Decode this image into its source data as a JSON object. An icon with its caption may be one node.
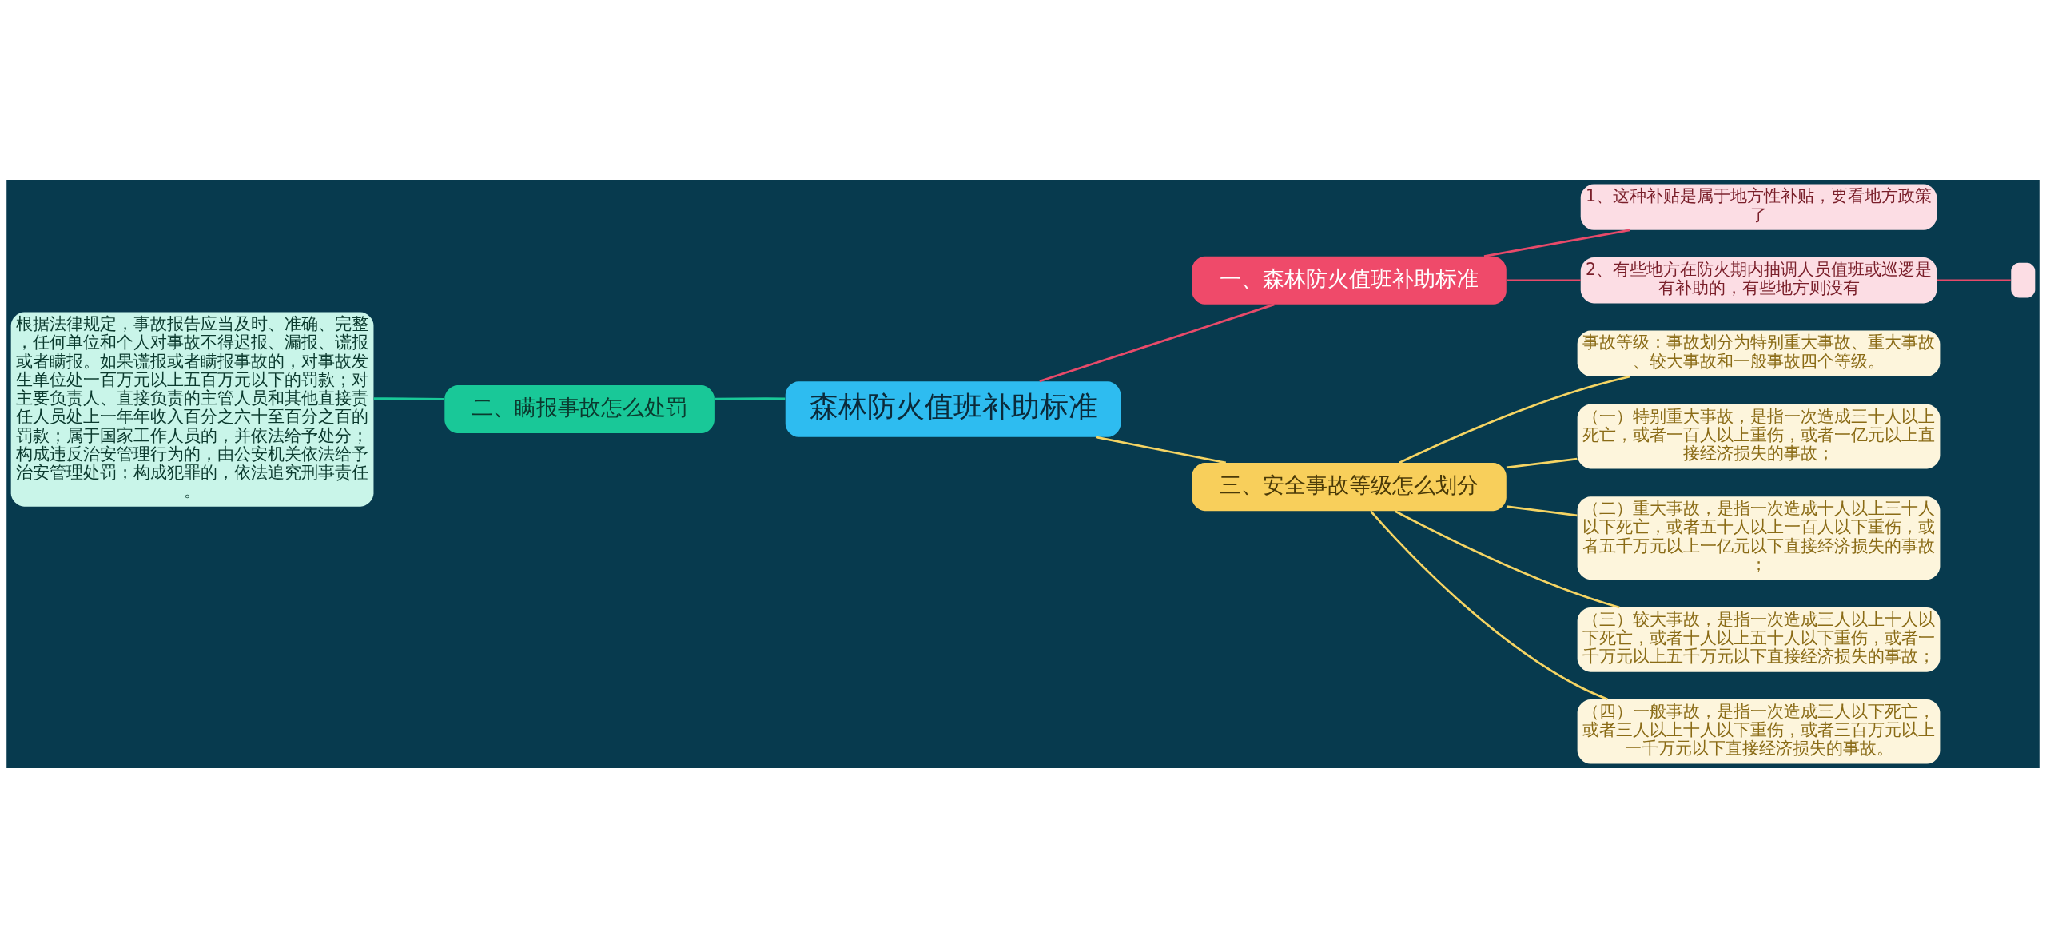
{
  "diagram": {
    "nodes": [
      {
        "text": [
          "森林防火值班补助标准"
        ]
      },
      {
        "text": [
          "一、森林防火值班补助标准"
        ]
      },
      {
        "text": [
          "1、这种补贴是属于地方性补贴，要看地方政策了"
        ]
      },
      {
        "text": [
          "2、有些地方在防火期内抽调人员值班或巡逻是有补助的，有些地方则没有"
        ]
      },
      {
        "text": [],
        "shape": "box"
      },
      {
        "text": [
          "二、瞒报事故怎么处罚"
        ]
      },
      {
        "text": [
          "根据法律规定，事故报告应当及时、准确、完整，任何单位和个人对事故不得迟报、漏报、谎报或者瞒报。如果谎报或者瞒报事故的，对事故发生单位处一百万元以上五百万元以下的罚款；对主要负责人、直接负责的主管人员和其他直接责任人员处上一年年收入百分之六十至百分之百的罚款；属于国家工作人员的，并依法给予处分；构成违反治安管理行为的，由公安机关依法给予治安管理处罚；构成犯罪的，依法追究刑事责任。"
        ]
      },
      {
        "text": [
          "三、安全事故等级怎么划分"
        ]
      },
      {
        "text": [
          "事故等级：事故划分为特别重大事故、重大事故、较大事故和一般事故四个等级。"
        ]
      },
      {
        "text": [
          "（一）特别重大事故，是指一次造成三十人以上死亡，或者一百人以上重伤，或者一亿元以上直接经济损失的事故；"
        ]
      },
      {
        "text": [
          "（二）重大事故，是指一次造成十人以上三十人以下死亡，或者五十人以上一百人以下重伤，或者五千万元以上一亿元以下直接经济损失的事故；"
        ]
      },
      {
        "text": [
          "（三）较大事故，是指一次造成三人以上十人以下死亡，或者十人以上五十人以下重伤，或者一千万元以上五千万元以下直接经济损失的事故；"
        ]
      },
      {
        "text": [
          "（四）一般事故，是指一次造成三人以下死亡，或者三人以上十人以下重伤，或者三百万元以上一千万元以下直接经济损失的事故。"
        ]
      }
    ],
    "edges": [
      {
        "from": 0,
        "to": 1,
        "arrow": "none",
        "color": "#e84a6a"
      },
      {
        "from": 1,
        "to": 2,
        "arrow": "none",
        "color": "#e84a6a"
      },
      {
        "from": 1,
        "to": 3,
        "arrow": "none",
        "color": "#e84a6a"
      },
      {
        "from": 3,
        "to": 4,
        "arrow": "none",
        "color": "#e84a6a"
      },
      {
        "from": 0,
        "to": 5,
        "arrow": "none",
        "color": "#19c898"
      },
      {
        "from": 5,
        "to": 6,
        "arrow": "none",
        "color": "#19c898"
      },
      {
        "from": 0,
        "to": 7,
        "arrow": "none"
      },
      {
        "from": 7,
        "to": 8,
        "arrow": "none"
      },
      {
        "from": 7,
        "to": 9,
        "arrow": "none"
      },
      {
        "from": 7,
        "to": 10,
        "arrow": "none"
      },
      {
        "from": 7,
        "to": 11,
        "arrow": "none"
      },
      {
        "from": 7,
        "to": 12,
        "arrow": "none"
      }
    ]
  }
}
